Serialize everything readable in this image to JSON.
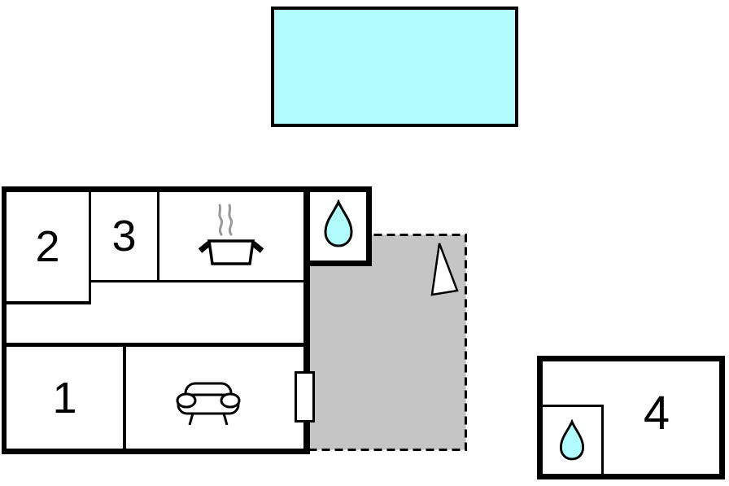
{
  "floor_plan": {
    "rooms": {
      "room1": {
        "label": "1"
      },
      "room2": {
        "label": "2"
      },
      "room3": {
        "label": "3"
      },
      "room4": {
        "label": "4"
      }
    },
    "colors": {
      "pool_fill": "#B2FCFE",
      "terrace_fill": "#C5C5C5",
      "drop_fill": "#B2FCFE",
      "wall": "#000000",
      "steam": "#999999"
    }
  }
}
